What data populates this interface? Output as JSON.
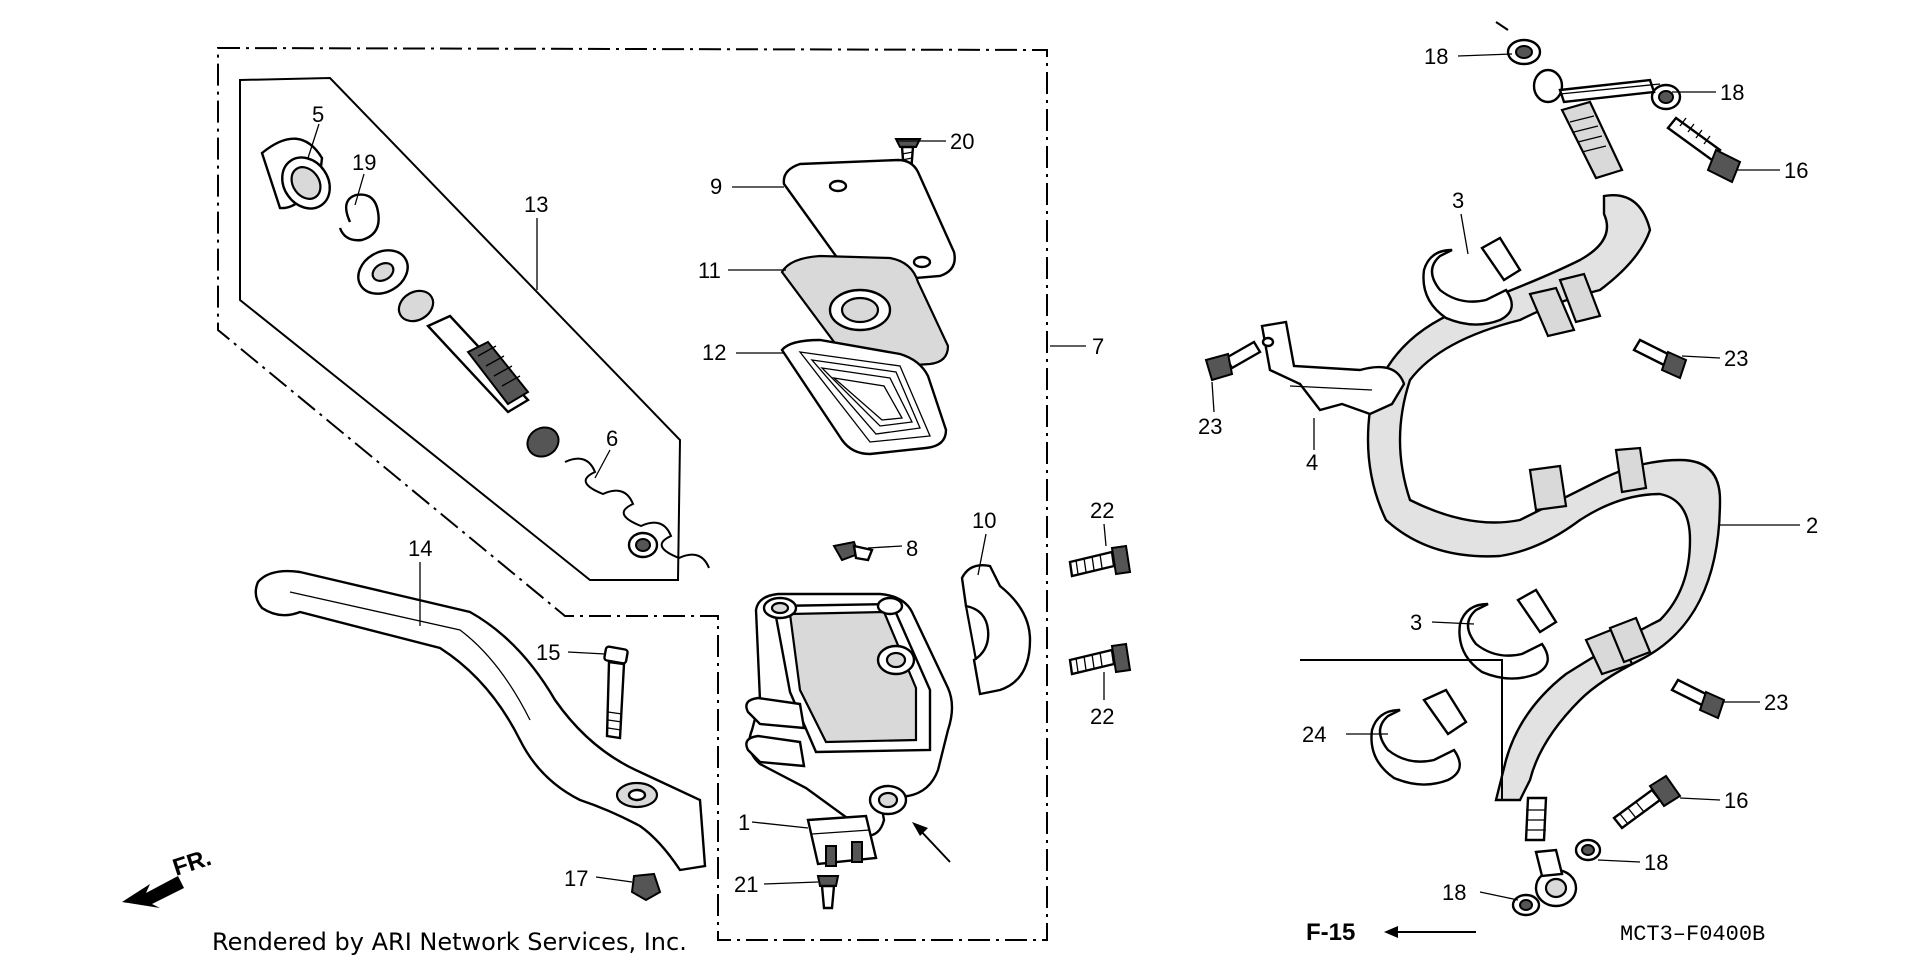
{
  "labels": {
    "p1": "1",
    "p2": "2",
    "p3a": "3",
    "p3b": "3",
    "p4": "4",
    "p5": "5",
    "p6": "6",
    "p7": "7",
    "p8": "8",
    "p9": "9",
    "p10": "10",
    "p11": "11",
    "p12": "12",
    "p13": "13",
    "p14": "14",
    "p15": "15",
    "p16a": "16",
    "p16b": "16",
    "p17": "17",
    "p18a": "18",
    "p18b": "18",
    "p18c": "18",
    "p18d": "18",
    "p19": "19",
    "p20": "20",
    "p21": "21",
    "p22a": "22",
    "p22b": "22",
    "p23a": "23",
    "p23b": "23",
    "p23c": "23",
    "p24": "24"
  },
  "direction": "FR.",
  "ref_page": "F-15",
  "diagram_code": "MCT3–F0400B",
  "credit": "Rendered by ARI Network Services, Inc."
}
